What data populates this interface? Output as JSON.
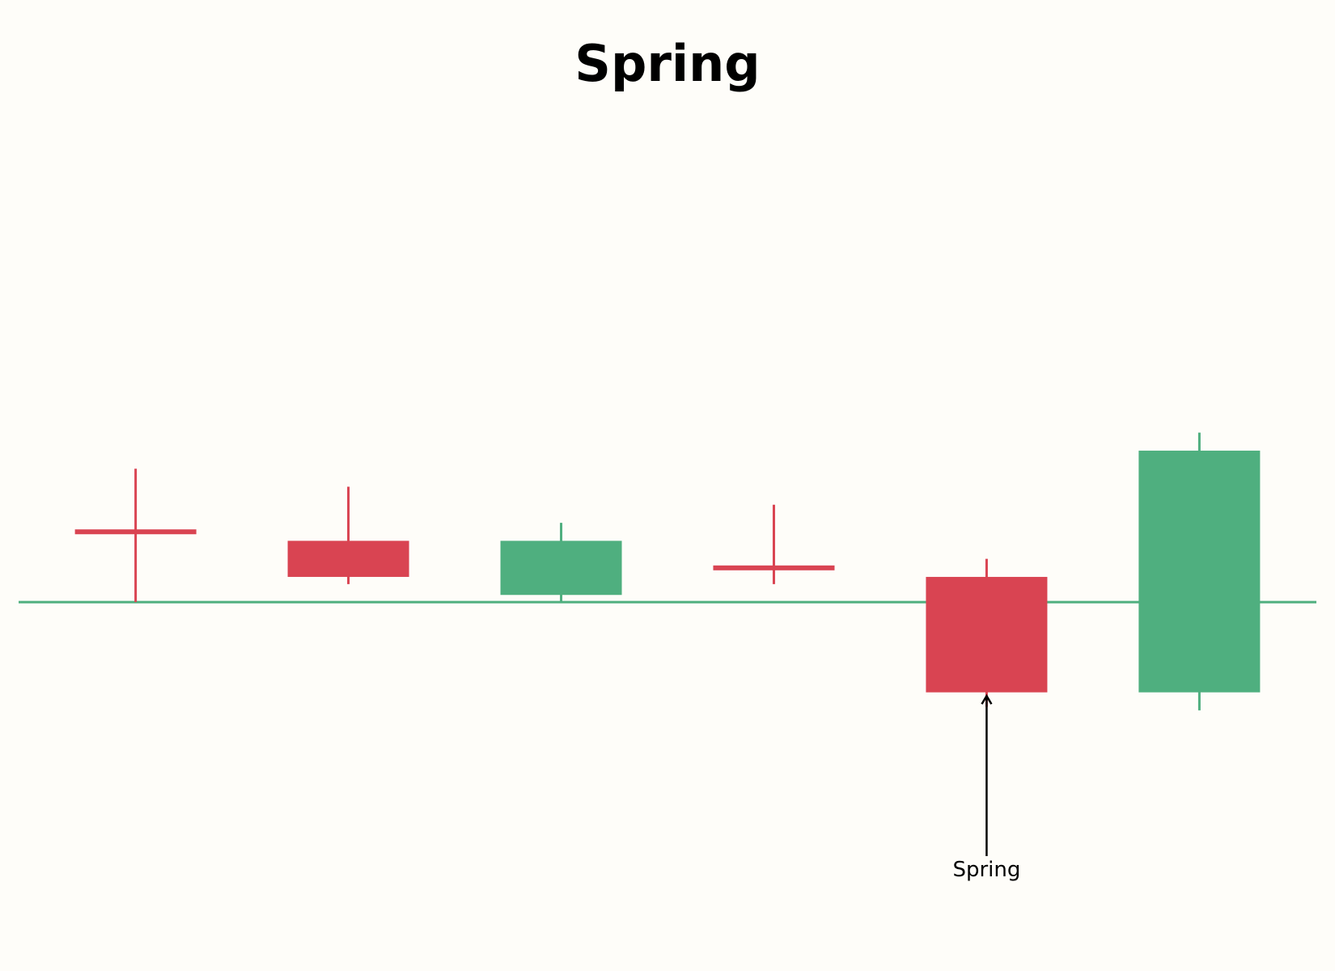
{
  "chart_data": {
    "type": "candlestick",
    "title": "Spring",
    "xlabel": "",
    "ylabel": "",
    "grid": false,
    "axes_visible": false,
    "ylim": [
      0,
      12
    ],
    "colors": {
      "background": "#fefdf9",
      "up": "#4faf7f",
      "down": "#d94452",
      "support_line": "#4faf7f",
      "text": "#000000",
      "arrow": "#000000"
    },
    "candles": [
      {
        "open": 6.0,
        "high": 6.85,
        "low": 5.0,
        "close": 5.95,
        "direction": "down"
      },
      {
        "open": 5.85,
        "high": 6.6,
        "low": 5.25,
        "close": 5.35,
        "direction": "down"
      },
      {
        "open": 5.85,
        "high": 6.1,
        "low": 5.0,
        "close": 5.1,
        "direction": "up"
      },
      {
        "open": 5.5,
        "high": 6.35,
        "low": 5.25,
        "close": 5.45,
        "direction": "down"
      },
      {
        "open": 5.35,
        "high": 5.6,
        "low": 3.55,
        "close": 3.75,
        "direction": "down"
      },
      {
        "open": 3.75,
        "high": 7.35,
        "low": 3.5,
        "close": 7.1,
        "direction": "up"
      }
    ],
    "support_level": 5.0,
    "annotations": [
      {
        "text": "Spring",
        "candle_index": 4,
        "arrow_to": 3.7,
        "text_at": 1.2
      }
    ]
  }
}
